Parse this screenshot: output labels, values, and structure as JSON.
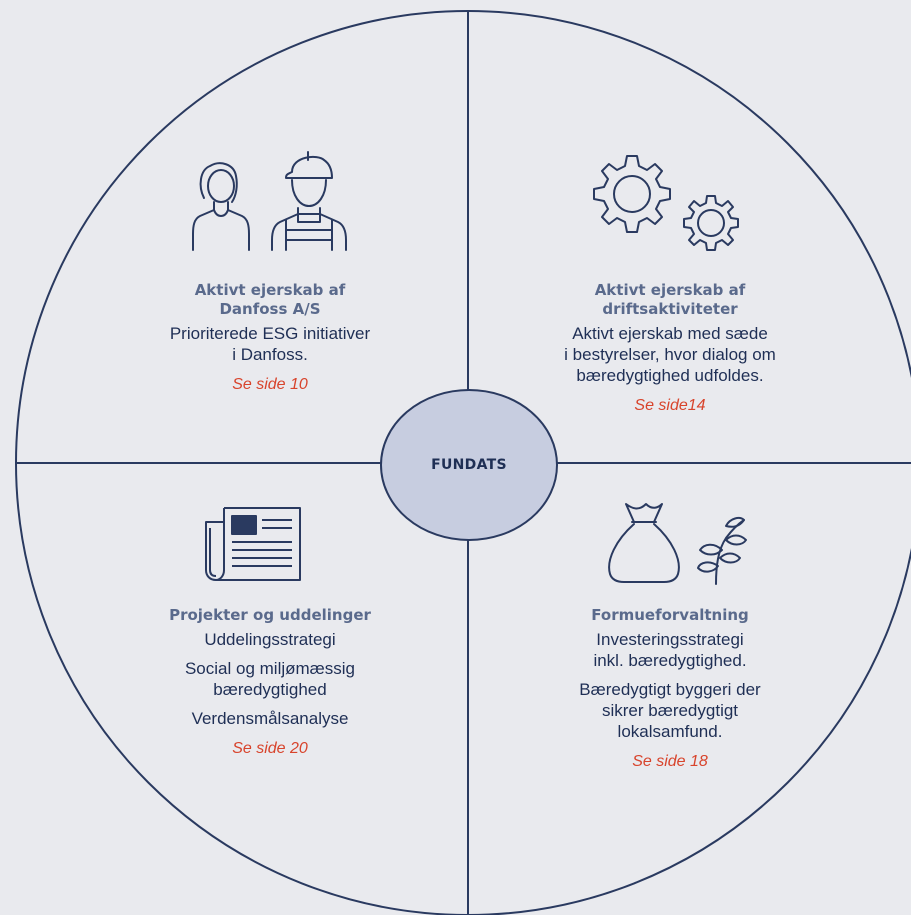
{
  "colors": {
    "background": "#e9eaee",
    "line": "#2a3a60",
    "title": "#5a6a8c",
    "text": "#1f2f55",
    "reference": "#d8442c",
    "center_fill": "#c7cde0"
  },
  "center": {
    "label": "FUNDATS"
  },
  "quadrants": {
    "top_left": {
      "icon": "people-icon",
      "title": [
        "Aktivt ejerskab af",
        "Danfoss A/S"
      ],
      "lines": [
        "Prioriterede ESG initiativer",
        "i Danfoss."
      ],
      "reference": "Se side 10"
    },
    "top_right": {
      "icon": "gears-icon",
      "title": [
        "Aktivt ejerskab af",
        "driftsaktiviteter"
      ],
      "lines": [
        "Aktivt ejerskab med sæde",
        "i bestyrelser, hvor dialog om",
        "bæredygtighed udfoldes."
      ],
      "reference": "Se side14"
    },
    "bottom_left": {
      "icon": "newspaper-icon",
      "title": [
        "Projekter og uddelinger"
      ],
      "lines": [
        "Uddelingsstrategi",
        "Social og miljømæssig",
        "bæredygtighed",
        "Verdensmålsanalyse"
      ],
      "reference": "Se side 20"
    },
    "bottom_right": {
      "icon": "moneybag-plant-icon",
      "title": [
        "Formueforvaltning"
      ],
      "lines": [
        "Investeringsstrategi",
        "inkl. bæredygtighed.",
        "Bæredygtigt byggeri der",
        "sikrer bæredygtigt",
        "lokalsamfund."
      ],
      "reference": "Se side 18"
    }
  }
}
